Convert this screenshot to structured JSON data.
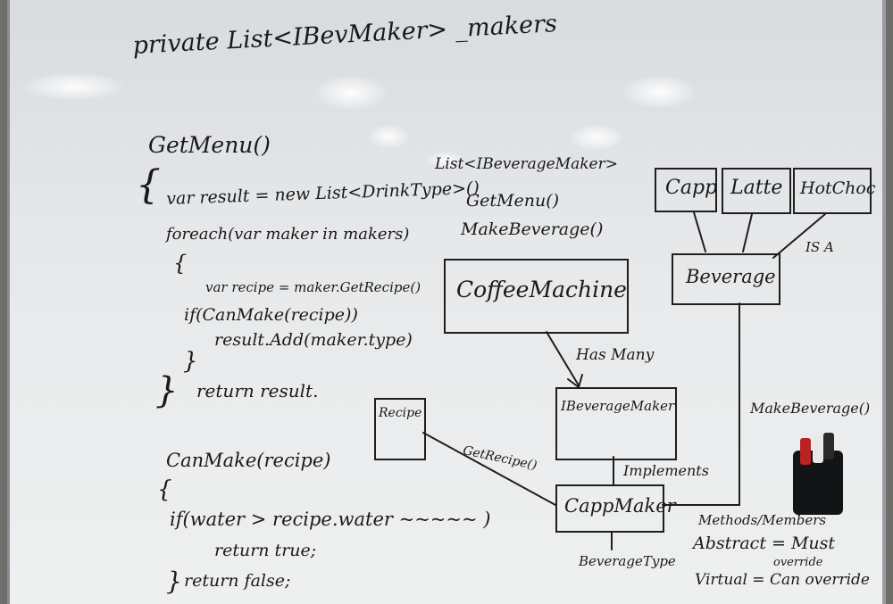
{
  "board": {
    "field_declaration": "private List<IBevMaker> _makers",
    "get_menu": {
      "signature": "GetMenu()",
      "open_brace": "{",
      "line1": "var result = new List<DrinkType>()",
      "line2": "foreach(var maker in makers)",
      "inner_open": "{",
      "line3": "var recipe = maker.GetRecipe()",
      "line4": "if(CanMake(recipe))",
      "line5": "result.Add(maker.type)",
      "inner_close": "}",
      "close_brace": "}",
      "line6": "return result."
    },
    "can_make": {
      "signature": "CanMake(recipe)",
      "open_brace": "{",
      "line1": "if(water > recipe.water ~~~~~ )",
      "line2": "return true;",
      "close_brace": "}",
      "line3": "return false;"
    },
    "interface_notes": {
      "line1": "List<IBeverageMaker>",
      "line2": "GetMenu()",
      "line3": "MakeBeverage()"
    },
    "diagram": {
      "coffee_machine": "CoffeeMachine",
      "has_many": "Has Many",
      "ibeverage_maker": "IBeverageMaker",
      "implements": "Implements",
      "capp_maker": "CappMaker",
      "beverage_type": "BeverageType",
      "recipe": "Recipe",
      "get_recipe": "GetRecipe()",
      "beverage": "Beverage",
      "is_a": "IS A",
      "capp": "Capp",
      "latte": "Latte",
      "hot_choc": "HotChoc",
      "make_beverage": "MakeBeverage()"
    },
    "legend": {
      "title": "Methods/Members",
      "abstract": "Abstract = Must",
      "abstract_cont": "override",
      "virtual": "Virtual = Can override"
    }
  },
  "colors": {
    "board": "#e8eaec",
    "ink": "#1a1a1a",
    "frame": "#8a8c8e",
    "marker_holder": "#121416"
  }
}
